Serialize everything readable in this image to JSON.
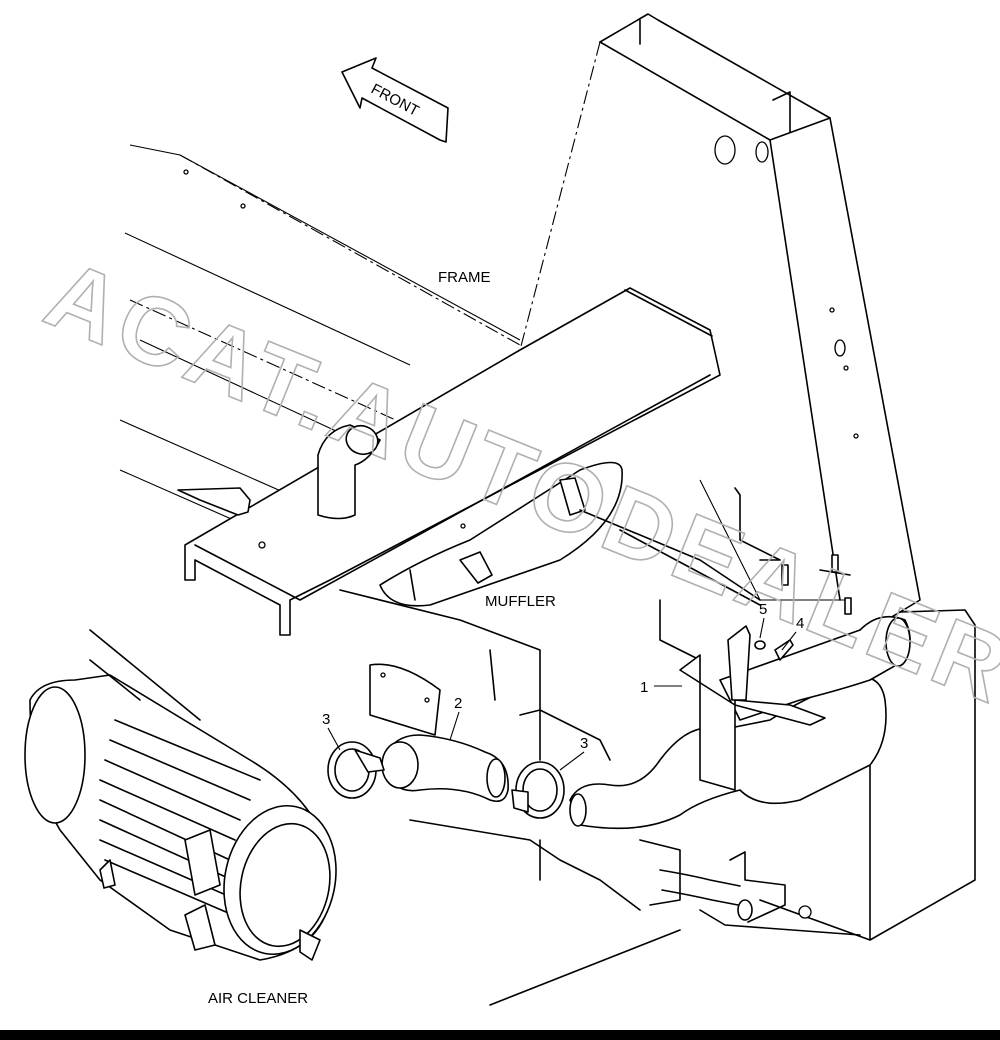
{
  "labels": {
    "front": "FRONT",
    "frame": "FRAME",
    "muffler": "MUFFLER",
    "air_cleaner": "AIR CLEANER"
  },
  "callouts": {
    "p1": "1",
    "p2": "2",
    "p3a": "3",
    "p3b": "3",
    "p4": "4",
    "p5": "5"
  },
  "watermark": "ACAT.AUTODEALER.RU"
}
